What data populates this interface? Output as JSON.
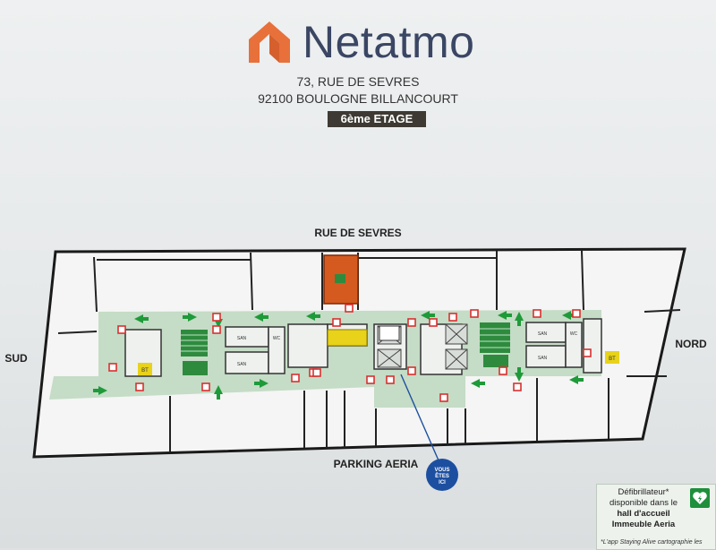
{
  "header": {
    "brand": "Netatmo",
    "address_line1": "73, RUE DE SEVRES",
    "address_line2": "92100 BOULOGNE BILLANCOURT",
    "floor_label": "6ème ETAGE"
  },
  "plan": {
    "street_top": "RUE DE SEVRES",
    "left_side": "SUD",
    "right_side": "NORD",
    "bottom_side": "PARKING AERIA",
    "you_are_here": [
      "VOUS",
      "ÊTES",
      "ICI"
    ],
    "room_labels": {
      "san": "SAN",
      "wc": "WC",
      "bt": "BT"
    }
  },
  "aed": {
    "line1": "Défibrillateur*",
    "line2": "disponible dans le",
    "line3": "hall d'accueil",
    "line4": "Immeuble Aeria",
    "footnote": "*L'app Staying Alive cartographie les"
  },
  "colors": {
    "brand_orange": "#e8703a",
    "brand_navy": "#3a4663",
    "corridor_green": "#c5dcc6",
    "arrow_green": "#1f9a3a",
    "extinguisher_red": "#d93030",
    "stairs_green": "#2e8b3e",
    "assembly_orange": "#d55a20",
    "marker_blue": "#1d4fa0"
  }
}
